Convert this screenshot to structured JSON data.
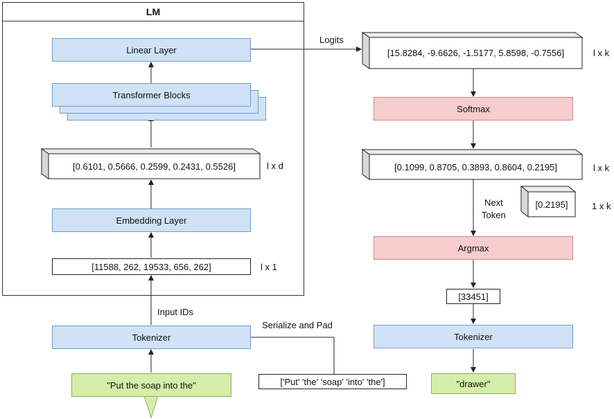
{
  "lm": {
    "title": "LM",
    "linear_layer": "Linear Layer",
    "transformer_blocks": "Transformer Blocks",
    "embedding_vector": "[0.6101, 0.5666, 0.2599, 0.2431, 0.5526]",
    "embedding_dims": "l x d",
    "embedding_layer": "Embedding Layer",
    "input_ids": "[11588, 262, 19533, 656, 262]",
    "input_ids_dims": "l x 1"
  },
  "labels": {
    "input_ids": "Input IDs",
    "serialize_and_pad": "Serialize and Pad",
    "logits": "Logits",
    "next_token_line1": "Next",
    "next_token_line2": "Token"
  },
  "left_pipeline": {
    "tokenizer": "Tokenizer",
    "prompt": "\"Put the soap into the\"",
    "tokens": "['Put' 'the' 'soap' 'into' 'the']"
  },
  "right_pipeline": {
    "logits_vector": "[15.8284, -9.6626, -1.5177, 5.8598, -0.7556]",
    "logits_dims": "l x k",
    "softmax": "Softmax",
    "probs_vector": "[0.1099, 0.8705, 0.3893, 0.8604, 0.2195]",
    "probs_dims": "l x k",
    "next_prob": "[0.2195]",
    "next_prob_dims": "1 x k",
    "argmax": "Argmax",
    "token_id": "[33451]",
    "tokenizer": "Tokenizer",
    "output_word": "\"drawer\""
  },
  "colors": {
    "module_blue": "#cfe2f6",
    "operation_pink": "#f7cccc",
    "text_green": "#d6eca9",
    "line": "#222222"
  }
}
